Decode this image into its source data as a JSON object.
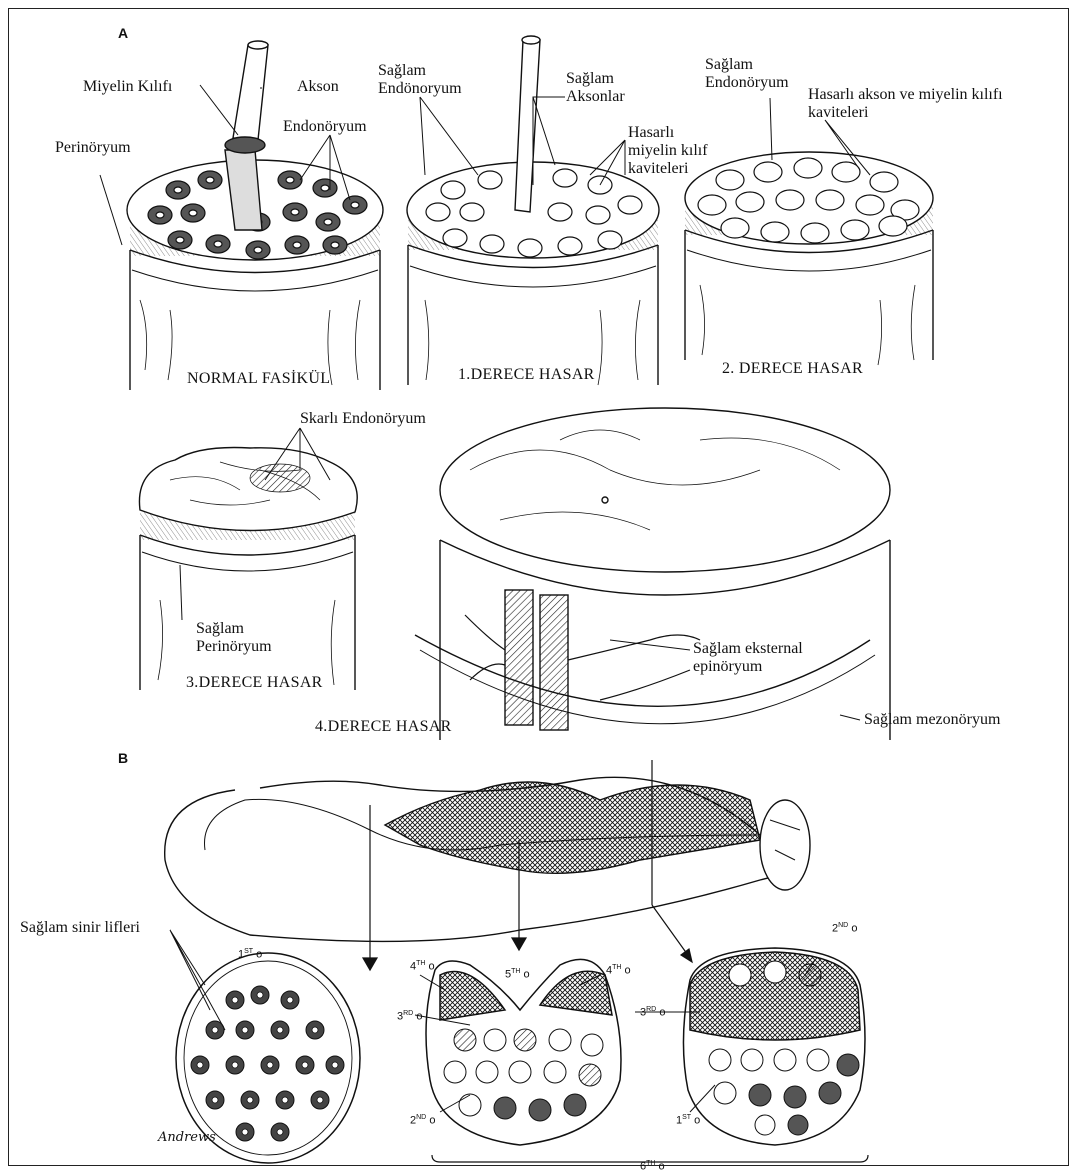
{
  "panels": {
    "a": "A",
    "b": "B"
  },
  "labels": {
    "miyelin_kilifi": "Miyelin Kılıfı",
    "akson": "Akson",
    "endonoryum": "Endonöryum",
    "perinoryum": "Perinöryum",
    "saglam_endonoryum_1": "Sağlam\nEndönoryum",
    "saglam_aksonlar": "Sağlam\nAksonlar",
    "hasarli_miyelin": "Hasarlı\nmiyelin kılıf\nkaviteleri",
    "saglam_endonoryum_2": "Sağlam\nEndonöryum",
    "hasarli_akson_miyelin": "Hasarlı akson ve miyelin kılıfı\nkaviteleri",
    "skarli_endonoryum": "Skarlı Endonöryum",
    "saglam_perinoryum": "Sağlam\nPerinöryum",
    "saglam_eksternal": "Sağlam eksternal\nepinöryum",
    "saglam_mezonoryum": "Sağlam mezonöryum",
    "saglam_sinir_lifleri": "Sağlam sinir lifleri"
  },
  "captions": {
    "normal": "NORMAL FASİKÜL",
    "d1": "1.DERECE HASAR",
    "d2": "2. DERECE HASAR",
    "d3": "3.DERECE HASAR",
    "d4": "4.DERECE HASAR"
  },
  "degree_marks": {
    "first_a": {
      "num": "1",
      "sup": "ST",
      "deg": "o"
    },
    "fourth_a": {
      "num": "4",
      "sup": "TH",
      "deg": "o"
    },
    "fifth": {
      "num": "5",
      "sup": "TH",
      "deg": "o"
    },
    "fourth_b": {
      "num": "4",
      "sup": "TH",
      "deg": "o"
    },
    "third_a": {
      "num": "3",
      "sup": "RD",
      "deg": "o"
    },
    "second_a": {
      "num": "2",
      "sup": "ND",
      "deg": "o"
    },
    "second_b": {
      "num": "2",
      "sup": "ND",
      "deg": "o"
    },
    "third_b": {
      "num": "3",
      "sup": "RD",
      "deg": "o"
    },
    "first_b": {
      "num": "1",
      "sup": "ST",
      "deg": "o"
    },
    "sixth": {
      "num": "6",
      "sup": "TH",
      "deg": "o"
    }
  },
  "signature": "Andrews"
}
